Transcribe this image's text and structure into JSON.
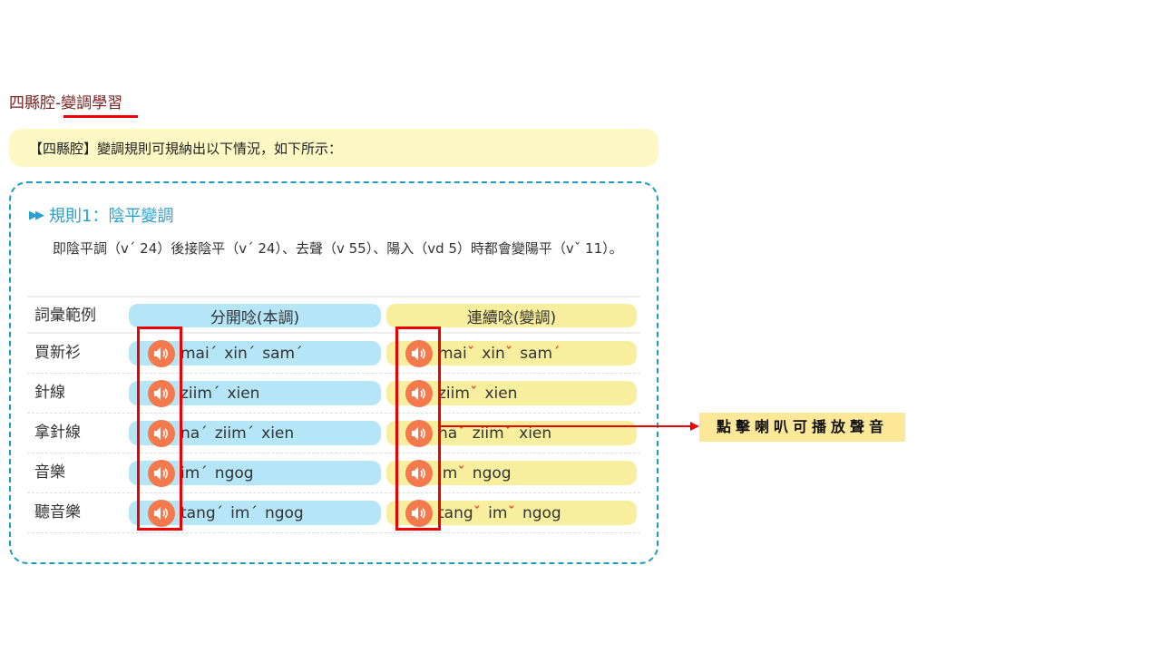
{
  "title": {
    "prefix": "四縣腔-",
    "highlight": "變調學習"
  },
  "intro": "【四縣腔】變調規則可規納出以下情況，如下所示：",
  "rule": {
    "heading": "規則1：陰平變調",
    "description": "即陰平調（vˊ 24）後接陰平（vˊ 24）、去聲（v 55）、陽入（vd 5）時都會變陽平（vˇ 11）。"
  },
  "table": {
    "headers": [
      "詞彙範例",
      "分開唸(本調)",
      "連續唸(變調)"
    ],
    "rows": [
      {
        "word": "買新衫",
        "base": [
          {
            "s": "mai",
            "m": "ˊ"
          },
          {
            "s": "xin",
            "m": "ˊ"
          },
          {
            "s": "sam",
            "m": "ˊ"
          }
        ],
        "sandhi": [
          {
            "s": "mai",
            "m": "ˇ"
          },
          {
            "s": "xin",
            "m": "ˇ"
          },
          {
            "s": "sam",
            "m": "ˊ"
          }
        ]
      },
      {
        "word": "針線",
        "base": [
          {
            "s": "ziim",
            "m": "ˊ"
          },
          {
            "s": "xien",
            "m": ""
          }
        ],
        "sandhi": [
          {
            "s": "ziim",
            "m": "ˇ"
          },
          {
            "s": "xien",
            "m": ""
          }
        ]
      },
      {
        "word": "拿針線",
        "base": [
          {
            "s": "na",
            "m": "ˊ"
          },
          {
            "s": "ziim",
            "m": "ˊ"
          },
          {
            "s": "xien",
            "m": ""
          }
        ],
        "sandhi": [
          {
            "s": "na",
            "m": "ˇ"
          },
          {
            "s": "ziim",
            "m": "ˇ"
          },
          {
            "s": "xien",
            "m": ""
          }
        ]
      },
      {
        "word": "音樂",
        "base": [
          {
            "s": "im",
            "m": "ˊ"
          },
          {
            "s": "ngog",
            "m": ""
          }
        ],
        "sandhi": [
          {
            "s": "im",
            "m": "ˇ"
          },
          {
            "s": "ngog",
            "m": ""
          }
        ]
      },
      {
        "word": "聽音樂",
        "base": [
          {
            "s": "tang",
            "m": "ˊ"
          },
          {
            "s": "im",
            "m": "ˊ"
          },
          {
            "s": "ngog",
            "m": ""
          }
        ],
        "sandhi": [
          {
            "s": "tang",
            "m": "ˇ"
          },
          {
            "s": "im",
            "m": "ˇ"
          },
          {
            "s": "ngog",
            "m": ""
          }
        ]
      }
    ]
  },
  "callout": "點擊喇叭可播放聲音",
  "colors": {
    "accent": "#2a9fd0",
    "speaker": "#f47a4e",
    "highlight_red": "#e00000"
  }
}
